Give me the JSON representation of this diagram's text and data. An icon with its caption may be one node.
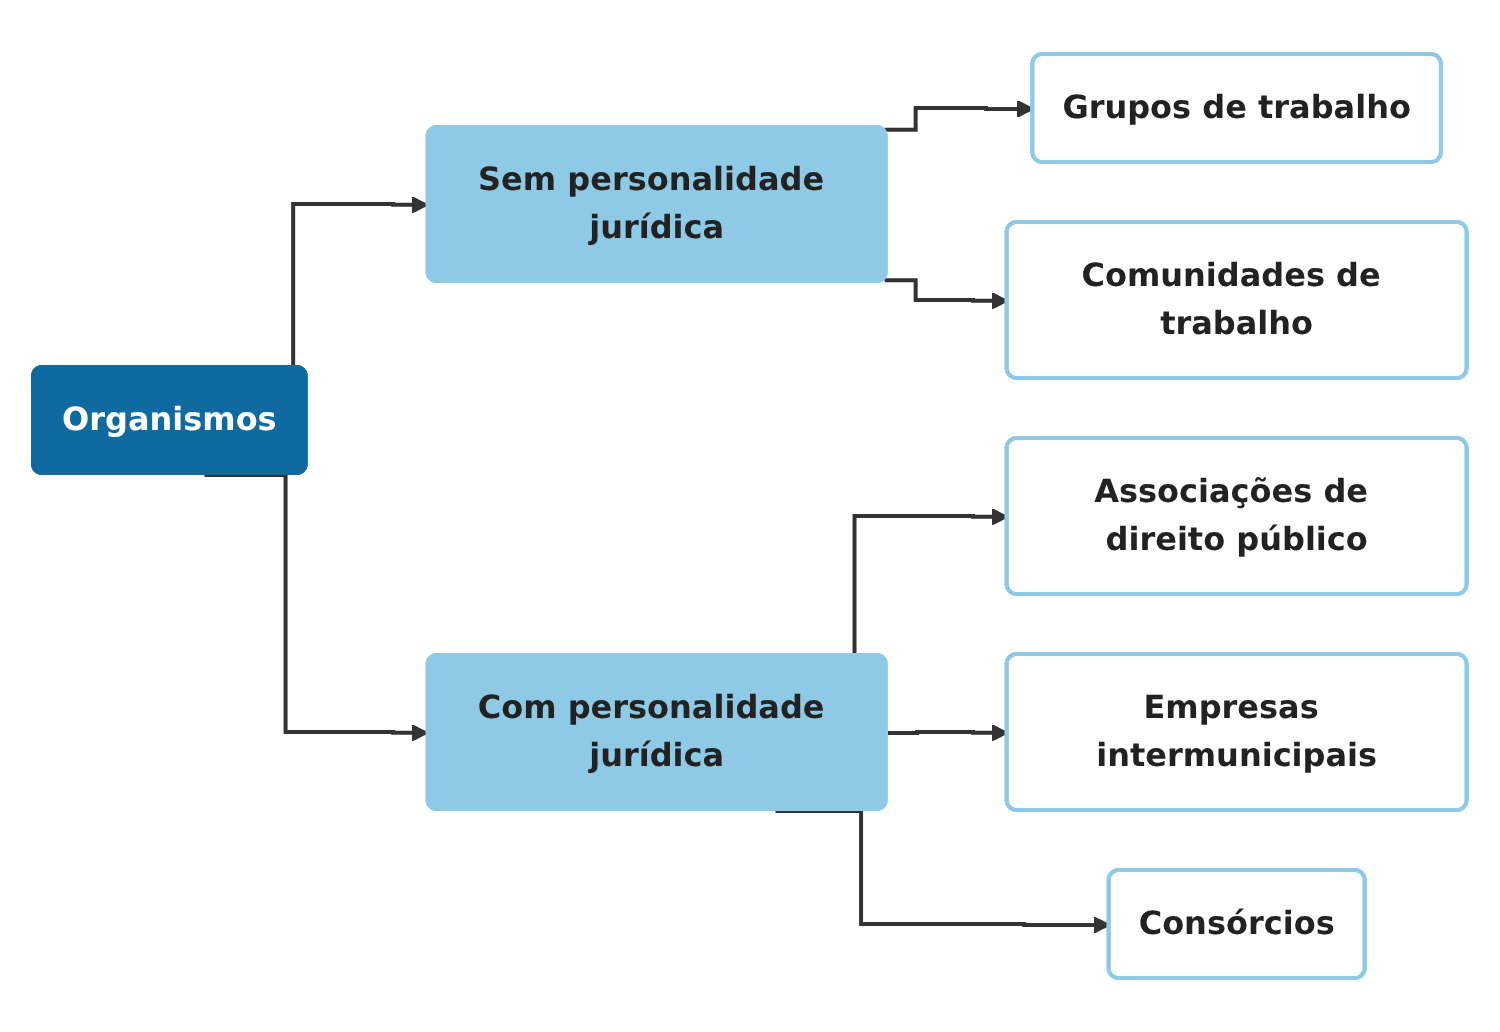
{
  "diagram": {
    "nodes": [
      {
        "text": [
          "Organismos"
        ]
      },
      {
        "text": [
          "Sem personalidade jurídica"
        ]
      },
      {
        "text": [
          "Grupos de trabalho"
        ]
      },
      {
        "text": [
          "Comunidades de trabalho"
        ]
      },
      {
        "text": [
          "Com personalidade jurídica"
        ]
      },
      {
        "text": [
          "Associações de direito público"
        ]
      },
      {
        "text": [
          "Empresas intermunicipais"
        ]
      },
      {
        "text": [
          "Consórcios"
        ]
      }
    ],
    "edges": [
      {
        "from": 0,
        "to": 1,
        "arrow": "to"
      },
      {
        "from": 1,
        "to": 2,
        "arrow": "to"
      },
      {
        "from": 1,
        "to": 3,
        "arrow": "to"
      },
      {
        "from": 0,
        "to": 4,
        "arrow": "to"
      },
      {
        "from": 4,
        "to": 5,
        "arrow": "to"
      },
      {
        "from": 4,
        "to": 6,
        "arrow": "to"
      },
      {
        "from": 4,
        "to": 7,
        "arrow": "to"
      }
    ]
  }
}
